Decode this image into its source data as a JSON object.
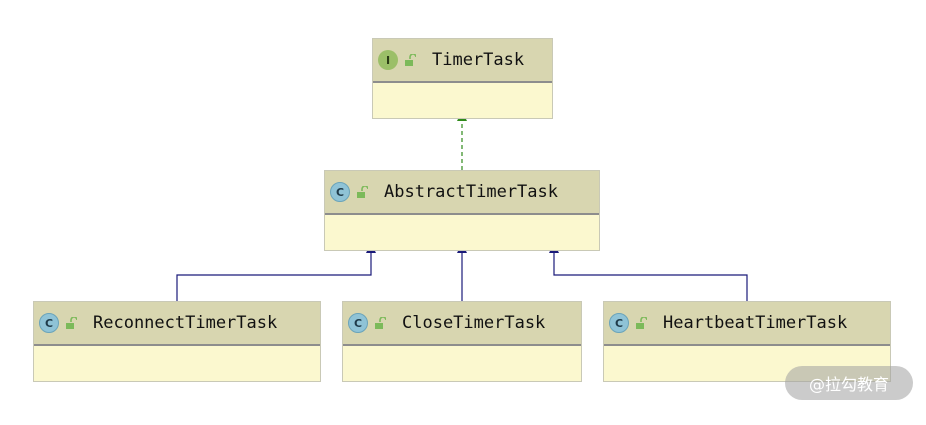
{
  "diagram": {
    "nodes": [
      {
        "id": "timertask",
        "name": "TimerTask",
        "kind": "interface",
        "kind_letter": "I"
      },
      {
        "id": "abstracttimertask",
        "name": "AbstractTimerTask",
        "kind": "class",
        "kind_letter": "C"
      },
      {
        "id": "reconnecttimertask",
        "name": "ReconnectTimerTask",
        "kind": "class",
        "kind_letter": "C"
      },
      {
        "id": "closetimertask",
        "name": "CloseTimerTask",
        "kind": "class",
        "kind_letter": "C"
      },
      {
        "id": "heartbeattimertask",
        "name": "HeartbeatTimerTask",
        "kind": "class",
        "kind_letter": "C"
      }
    ],
    "edges": [
      {
        "from": "abstracttimertask",
        "to": "timertask",
        "type": "implements"
      },
      {
        "from": "reconnecttimertask",
        "to": "abstracttimertask",
        "type": "extends"
      },
      {
        "from": "closetimertask",
        "to": "abstracttimertask",
        "type": "extends"
      },
      {
        "from": "heartbeattimertask",
        "to": "abstracttimertask",
        "type": "extends"
      }
    ],
    "colors": {
      "implements_edge": "#2f8a1a",
      "extends_edge": "#1a1a7a",
      "header_bg": "#d8d6b0",
      "body_bg": "#fbf8cf",
      "lock_icon": "#7cba5a"
    }
  },
  "watermark": {
    "text": "@拉勾教育"
  }
}
